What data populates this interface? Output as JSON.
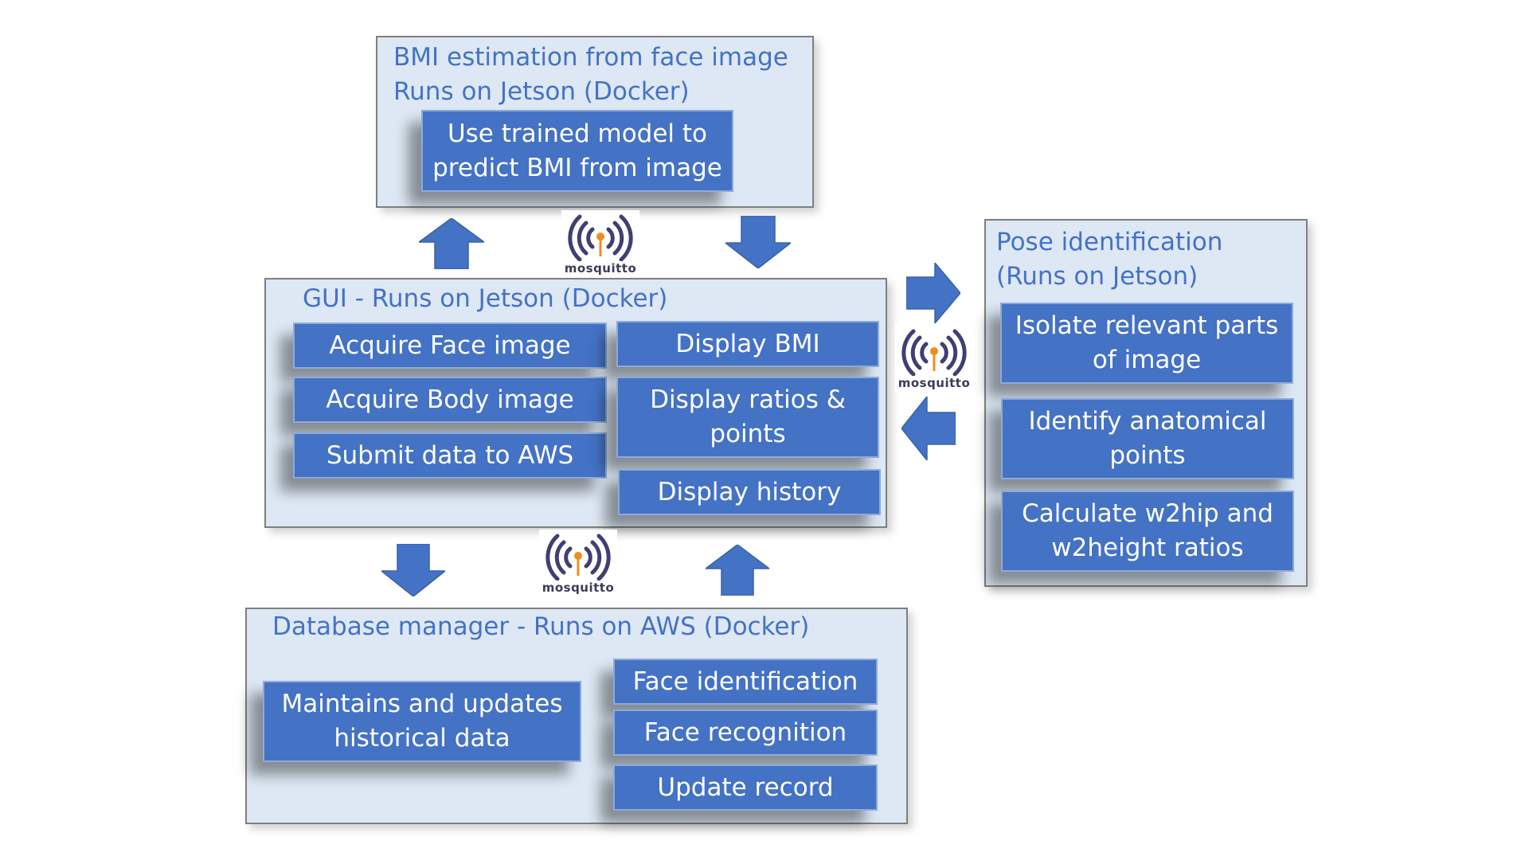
{
  "colors": {
    "panel_fill": "#dde8f4",
    "panel_border": "#7f7f7f",
    "title_text": "#4472c4",
    "box_fill": "#4472c4",
    "box_text": "#ffffff",
    "arrow_fill": "#4472c4",
    "mqtt_wave": "#3f3f73",
    "mqtt_dot": "#f08c1e"
  },
  "icons": {
    "mqtt_logo": "mosquitto-broadcast-icon",
    "arrow": "block-arrow-icon"
  },
  "panels": {
    "bmi": {
      "title": "BMI estimation from face image\nRuns on Jetson (Docker)",
      "tasks": [
        "Use trained model to\npredict BMI from image"
      ]
    },
    "gui": {
      "title": "GUI - Runs on Jetson (Docker)",
      "tasks_left": [
        "Acquire Face image",
        "Acquire Body image",
        "Submit data to AWS"
      ],
      "tasks_right": [
        "Display BMI",
        "Display ratios &\npoints",
        "Display history"
      ]
    },
    "pose": {
      "title": "Pose identification\n(Runs on Jetson)",
      "tasks": [
        "Isolate relevant parts\nof image",
        "Identify anatomical\npoints",
        "Calculate w2hip and\nw2height ratios"
      ]
    },
    "database": {
      "title": "Database manager - Runs on AWS (Docker)",
      "tasks_left": [
        "Maintains and updates\nhistorical data"
      ],
      "tasks_right": [
        "Face identification",
        "Face recognition",
        "Update record"
      ]
    }
  },
  "mqtt_label": "mosquitto"
}
